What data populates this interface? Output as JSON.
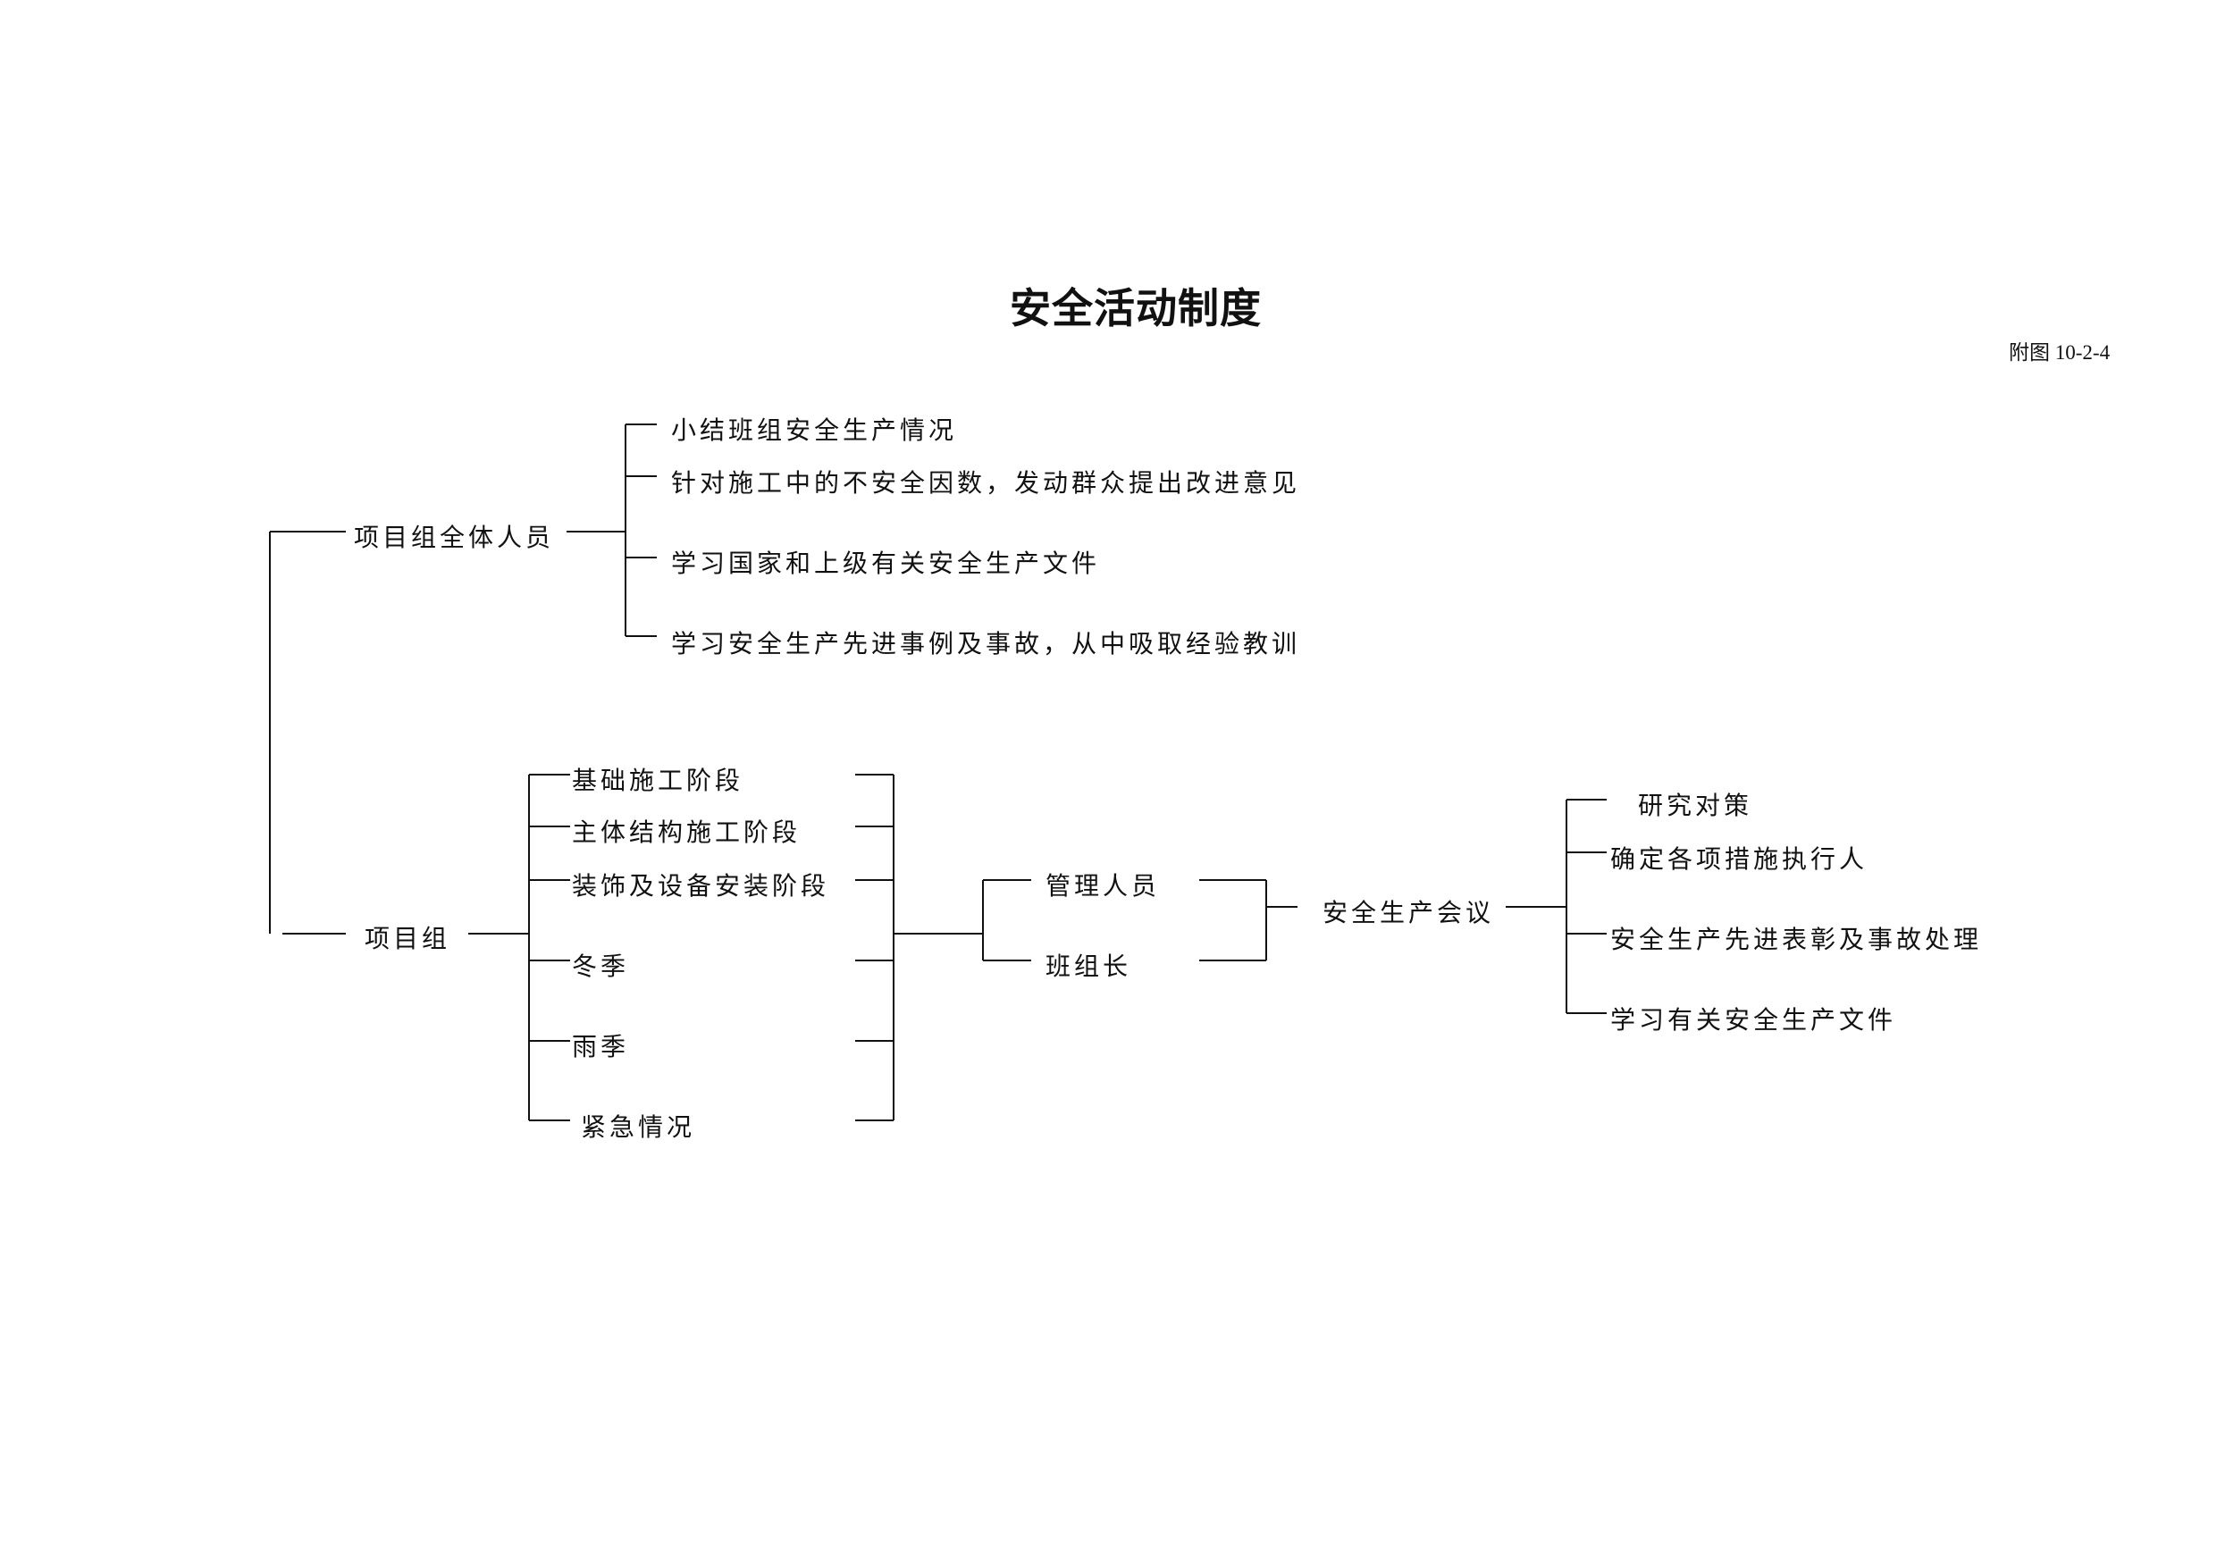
{
  "title": "安全活动制度",
  "figure_no": "附图 10-2-4",
  "nodes": {
    "all_staff": "项目组全体人员",
    "project_group": "项目组",
    "all_staff_items": [
      "小结班组安全生产情况",
      "针对施工中的不安全因数，发动群众提出改进意见",
      "学习国家和上级有关安全生产文件",
      "学习安全生产先进事例及事故，从中吸取经验教训"
    ],
    "stages": [
      "基础施工阶段",
      "主体结构施工阶段",
      "装饰及设备安装阶段",
      "冬季",
      "雨季",
      "紧急情况"
    ],
    "roles": [
      "管理人员",
      "班组长"
    ],
    "meeting": "安全生产会议",
    "meeting_items": [
      "研究对策",
      "确定各项措施执行人",
      "安全生产先进表彰及事故处理",
      "学习有关安全生产文件"
    ]
  }
}
